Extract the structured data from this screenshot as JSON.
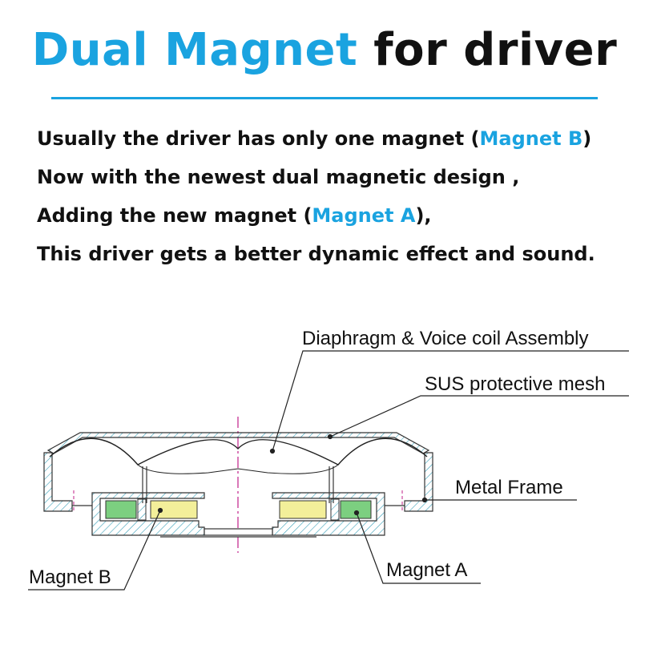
{
  "title": {
    "highlight": "Dual Magnet",
    "rest": "for driver"
  },
  "description": {
    "line1": {
      "before": "Usually the driver has only one magnet (",
      "highlight": "Magnet B",
      "after": ")"
    },
    "line2": {
      "text": "Now with the newest dual magnetic design ,"
    },
    "line3": {
      "before": "Adding the new magnet (",
      "highlight": "Magnet A",
      "after": "),"
    },
    "line4": {
      "text": "This driver gets a better dynamic effect and sound."
    }
  },
  "diagram": {
    "labels": {
      "diaphragm": "Diaphragm & Voice coil Assembly",
      "mesh": "SUS protective mesh",
      "frame": "Metal Frame",
      "magnet_b": "Magnet B",
      "magnet_a": "Magnet A"
    }
  },
  "colors": {
    "accent": "#1aa3e0",
    "hatch": "#3aa0b8",
    "magnet_green": "#7ccf80",
    "magnet_yellow": "#f3ef9a",
    "center_line": "#c0208a"
  }
}
